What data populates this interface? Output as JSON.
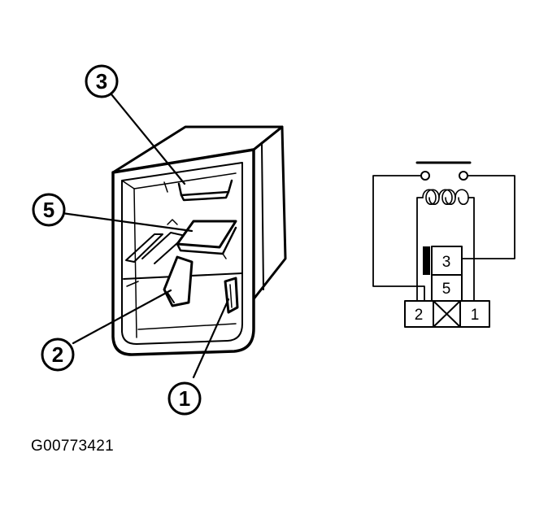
{
  "relay_view": {
    "callouts": [
      {
        "id": "3",
        "text": "3"
      },
      {
        "id": "5",
        "text": "5"
      },
      {
        "id": "2",
        "text": "2"
      },
      {
        "id": "1",
        "text": "1"
      }
    ]
  },
  "schematic": {
    "terminals": [
      {
        "id": "3",
        "text": "3"
      },
      {
        "id": "5",
        "text": "5"
      },
      {
        "id": "2",
        "text": "2"
      },
      {
        "id": "1",
        "text": "1"
      }
    ]
  },
  "figure_id": "G00773421"
}
